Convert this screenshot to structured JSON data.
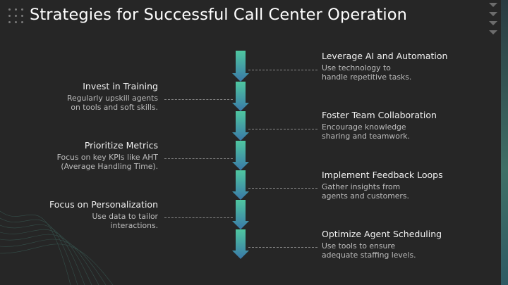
{
  "title": "Strategies for Successful Call Center Operation",
  "colors": {
    "background": "#262626",
    "spine_top": "#4fc7a0",
    "spine_bottom": "#3a78a8",
    "text": "#e6e6e6",
    "dash": "#8a8a8a"
  },
  "steps": [
    {
      "side": "right",
      "heading": "Leverage AI and Automation",
      "lines": [
        "Use technology to",
        "handle repetitive tasks."
      ]
    },
    {
      "side": "left",
      "heading": "Invest in Training",
      "lines": [
        "Regularly upskill agents",
        "on tools and soft skills."
      ]
    },
    {
      "side": "right",
      "heading": "Foster Team Collaboration",
      "lines": [
        "Encourage knowledge",
        "sharing and teamwork."
      ]
    },
    {
      "side": "left",
      "heading": "Prioritize Metrics",
      "lines": [
        "Focus on key KPIs like AHT",
        "(Average Handling Time)."
      ]
    },
    {
      "side": "right",
      "heading": "Implement Feedback Loops",
      "lines": [
        "Gather insights from",
        "agents and customers."
      ]
    },
    {
      "side": "left",
      "heading": "Focus on Personalization",
      "lines": [
        "Use data to tailor",
        "interactions."
      ]
    },
    {
      "side": "right",
      "heading": "Optimize Agent Scheduling",
      "lines": [
        "Use tools to ensure",
        "adequate staffing levels."
      ]
    }
  ]
}
